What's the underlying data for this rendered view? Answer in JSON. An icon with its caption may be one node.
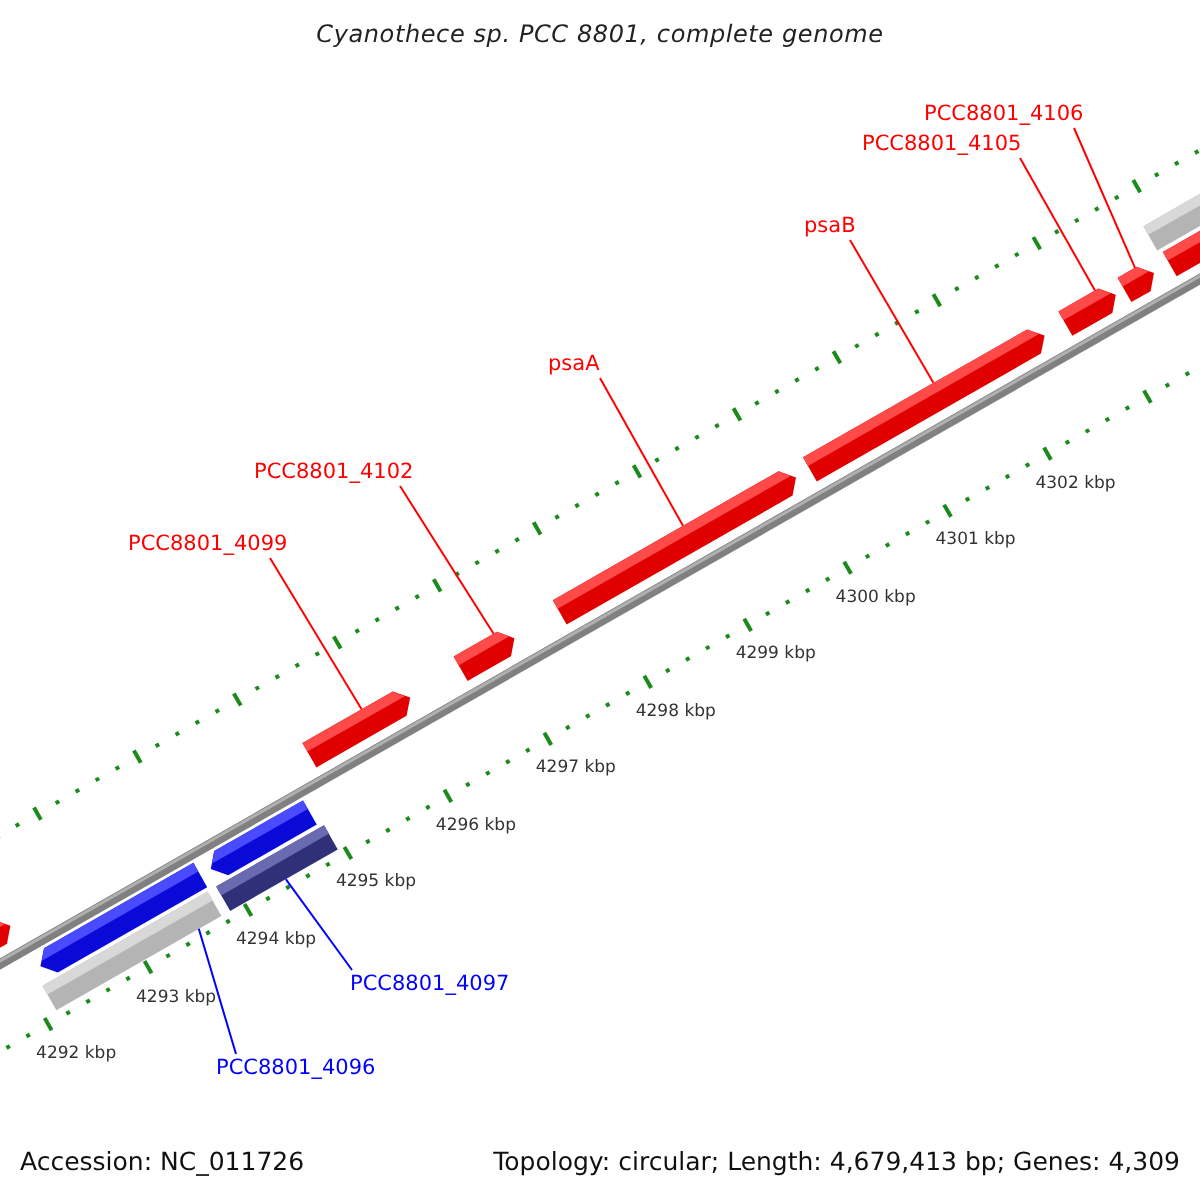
{
  "diagram": {
    "title": "Cyanothece sp. PCC 8801, complete genome",
    "nodes": [
      {
        "text": [
          "PCC8801_4106"
        ]
      },
      {
        "text": [
          "PCC8801_4105"
        ]
      },
      {
        "text": [
          "psaB"
        ]
      },
      {
        "text": [
          "psaA"
        ]
      },
      {
        "text": [
          "PCC8801_4102"
        ]
      },
      {
        "text": [
          "PCC8801_4099"
        ]
      },
      {
        "text": [
          "PCC8801_4097"
        ]
      },
      {
        "text": [
          "PCC8801_4096"
        ]
      },
      {
        "text": [],
        "shape": "bar"
      },
      {
        "text": [],
        "shape": "bar"
      },
      {
        "text": [],
        "shape": "bar"
      },
      {
        "text": [],
        "shape": "bar"
      },
      {
        "text": [],
        "shape": "bar"
      },
      {
        "text": [],
        "shape": "bar"
      },
      {
        "text": [],
        "shape": "bar"
      },
      {
        "text": [],
        "shape": "bar"
      },
      {
        "text": [],
        "shape": "bar"
      },
      {
        "text": [],
        "shape": "bar"
      },
      {
        "text": [],
        "shape": "bar"
      },
      {
        "text": [],
        "shape": "bar"
      },
      {
        "text": [],
        "shape": "bar"
      }
    ],
    "edges": [
      {
        "from": 0,
        "to": 18,
        "arrow": "none"
      },
      {
        "from": 1,
        "to": 17,
        "arrow": "none"
      },
      {
        "from": 2,
        "to": 16,
        "arrow": "none"
      },
      {
        "from": 3,
        "to": 15,
        "arrow": "none"
      },
      {
        "from": 4,
        "to": 14,
        "arrow": "none"
      },
      {
        "from": 5,
        "to": 13,
        "arrow": "none"
      },
      {
        "from": 6,
        "to": 12,
        "arrow": "none",
        "color": "#0000ff"
      },
      {
        "from": 7,
        "to": 10,
        "arrow": "none",
        "color": "#0000ff"
      }
    ],
    "labels": [
      "4302 kbp",
      "4301 kbp",
      "4300 kbp",
      "4299 kbp",
      "4298 kbp",
      "4297 kbp",
      "4296 kbp",
      "4295 kbp",
      "4294 kbp",
      "4293 kbp",
      "4292 kbp",
      "Accession: NC_011726",
      "Topology: circular; Length: 4,679,413 bp; Genes: 4,309"
    ]
  }
}
